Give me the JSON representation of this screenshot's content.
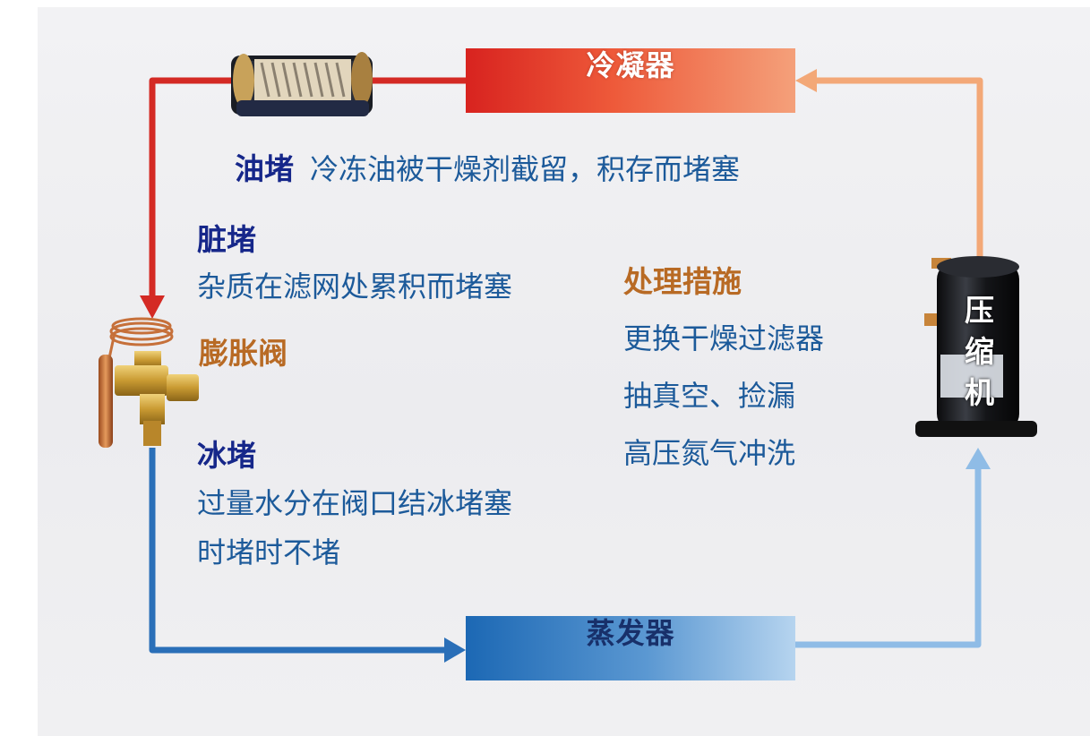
{
  "components": {
    "condenser": "冷凝器",
    "evaporator": "蒸发器",
    "expansion_valve": "膨胀阀",
    "compressor": [
      "压",
      "缩",
      "机"
    ]
  },
  "notes": {
    "oil_block": {
      "title": "油堵",
      "desc": "冷冻油被干燥剂截留，积存而堵塞"
    },
    "dirt_block": {
      "title": "脏堵",
      "desc": "杂质在滤网处累积而堵塞"
    },
    "ice_block": {
      "title": "冰堵",
      "desc_lines": [
        "过量水分在阀口结冰堵塞",
        "时堵时不堵"
      ]
    }
  },
  "measures": {
    "title": "处理措施",
    "items": [
      "更换干燥过滤器",
      "抽真空、捡漏",
      "高压氮气冲洗"
    ]
  },
  "colors": {
    "hot_line": "#d42a24",
    "warm_line": "#f3a877",
    "cold_line": "#2a6fb8",
    "return_line": "#8fbce6",
    "text_navy": "#16278a",
    "text_blue": "#1c5a9a",
    "text_brown": "#b86a24"
  },
  "icons": [
    "filter-drier-icon",
    "expansion-valve-icon",
    "compressor-icon"
  ]
}
